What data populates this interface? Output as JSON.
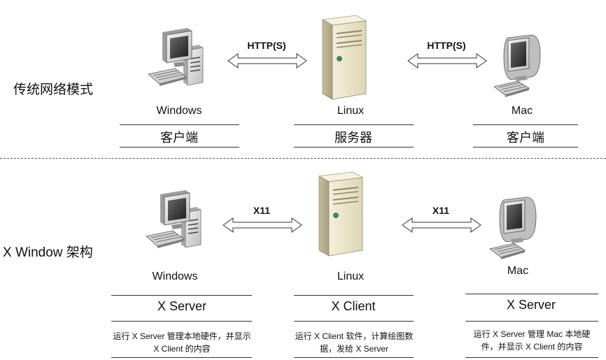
{
  "sections": {
    "traditional_label": "传统网络模式",
    "xwindow_label": "X Window 架构"
  },
  "traditional": {
    "left": {
      "os": "Windows",
      "role": "客户端"
    },
    "center": {
      "os": "Linux",
      "role": "服务器"
    },
    "right": {
      "os": "Mac",
      "role": "客户端"
    },
    "left_protocol": "HTTP(S)",
    "right_protocol": "HTTP(S)"
  },
  "xwindow": {
    "left": {
      "os": "Windows",
      "role": "X Server",
      "desc": "运行 X Server 管理本地硬件，并显示 X Client 的内容"
    },
    "center": {
      "os": "Linux",
      "role": "X Client",
      "desc": "运行 X Client 软件，计算绘图数据，发给 X Server"
    },
    "right": {
      "os": "Mac",
      "role": "X Server",
      "desc": "运行 X Server 管理 Mac 本地硬件，并显示 X Client 的内容"
    },
    "left_protocol": "X11",
    "right_protocol": "X11"
  },
  "colors": {
    "server_body": "#e9e3c9",
    "server_dark": "#b8b092",
    "monitor": "#d8d8d8",
    "screen": "#2b2b2b",
    "arrow": "#ffffff",
    "divider": "#555555"
  },
  "icons": [
    "pc-icon",
    "server-icon",
    "mac-icon",
    "double-arrow-icon"
  ]
}
